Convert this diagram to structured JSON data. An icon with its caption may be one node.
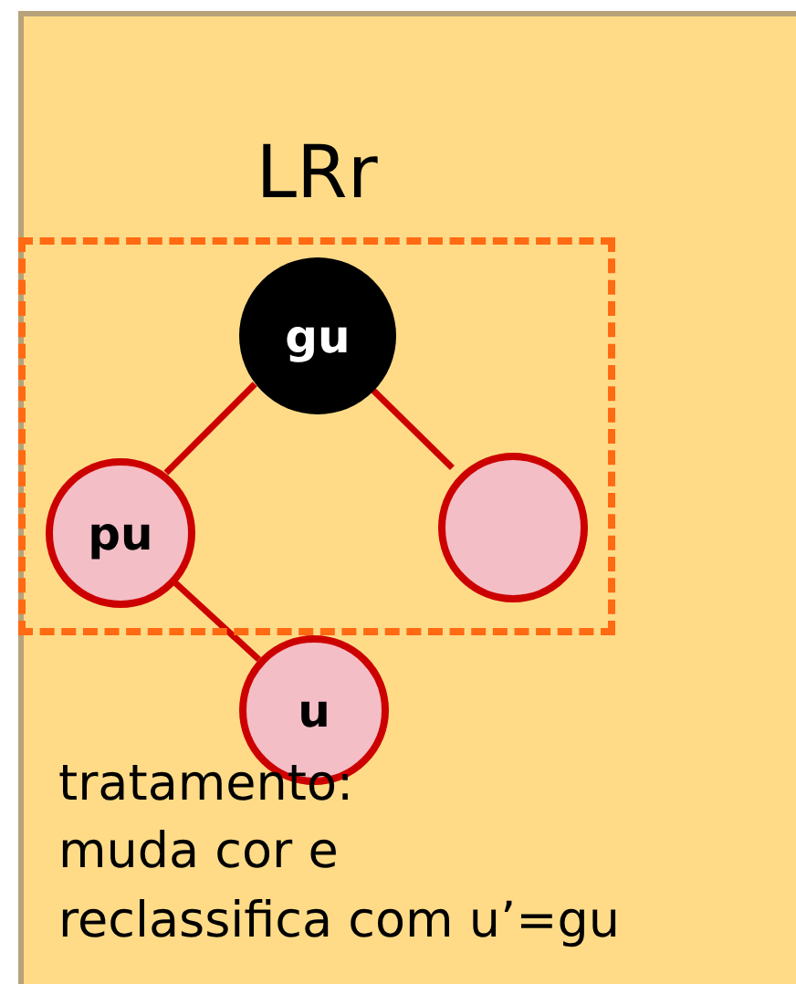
{
  "diagram": {
    "nodes": [
      {
        "text": [
          "LRr"
        ]
      },
      {
        "text": [
          "gu"
        ],
        "in": 0
      },
      {
        "text": [
          "pu"
        ],
        "in": 0
      },
      {
        "text": [],
        "shape": "circle",
        "in": 0
      },
      {
        "text": [
          "u"
        ]
      }
    ],
    "edges": [
      {
        "from": 1,
        "to": 2,
        "arrow": "none"
      },
      {
        "from": 1,
        "to": 3,
        "arrow": "none"
      },
      {
        "from": 2,
        "to": 4,
        "arrow": "none"
      }
    ],
    "labels": [
      "tratamento:",
      "muda cor e",
      "reclassifica com u’=gu"
    ]
  }
}
